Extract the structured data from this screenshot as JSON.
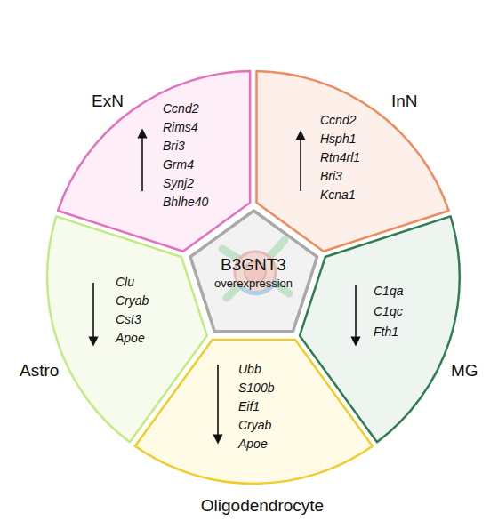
{
  "diagram": {
    "nodes": [
      {
        "text": [
          "ExN",
          "Ccnd2",
          "Rims4",
          "Bri3",
          "Grm4",
          "Synj2",
          "Bhlhe40"
        ]
      },
      {
        "text": [
          "InN",
          "Ccnd2",
          "Hsph1",
          "Rtn4rl1",
          "Bri3",
          "Kcna1"
        ]
      },
      {
        "text": [
          "B3GNT3",
          "overexpression"
        ]
      },
      {
        "text": [
          "Astro",
          "Clu",
          "Cryab",
          "Cst3",
          "Apoe"
        ]
      },
      {
        "text": [
          "MG",
          "C1qa",
          "C1qc",
          "Fth1"
        ]
      },
      {
        "text": [
          "Oligodendrocyte",
          "Ubb",
          "S100b",
          "Eif1",
          "Cryab",
          "Apoe"
        ]
      }
    ]
  }
}
